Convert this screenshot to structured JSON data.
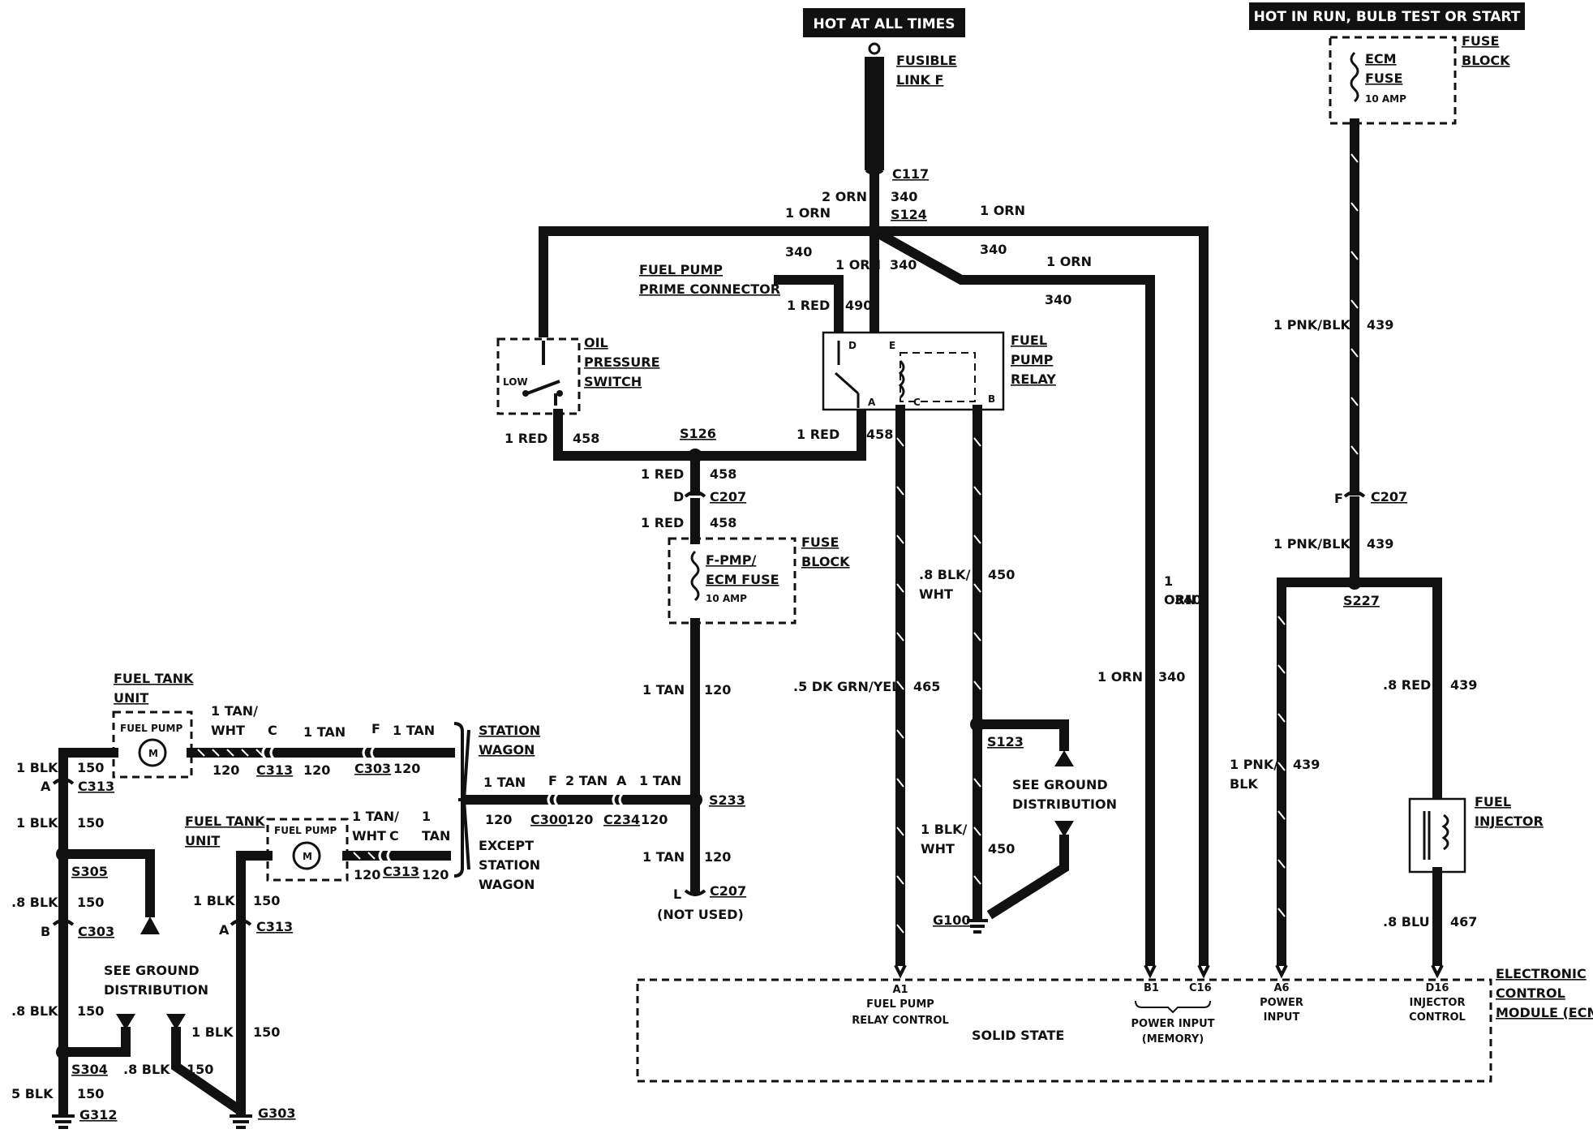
{
  "headers": {
    "hot_at_all_times": "HOT AT ALL TIMES",
    "hot_in_run": "HOT IN RUN,  BULB TEST OR START"
  },
  "components": {
    "fusible_link": [
      "FUSIBLE",
      "LINK F"
    ],
    "oil_pressure_switch": [
      "OIL",
      "PRESSURE",
      "SWITCH"
    ],
    "oil_switch_low": "LOW",
    "fuel_pump_relay": [
      "FUEL",
      "PUMP",
      "RELAY"
    ],
    "relay_terminals": [
      "D",
      "E",
      "A",
      "C",
      "B"
    ],
    "prime_connector": [
      "FUEL PUMP",
      "PRIME CONNECTOR"
    ],
    "fuse_block_left": [
      "FUSE",
      "BLOCK"
    ],
    "fpmp_fuse": [
      "F-PMP/",
      "ECM FUSE",
      "10 AMP"
    ],
    "fuse_block_right": [
      "FUSE",
      "BLOCK"
    ],
    "ecm_fuse": [
      "ECM",
      "FUSE",
      "10 AMP"
    ],
    "fuel_tank_unit_1": [
      "FUEL TANK",
      "UNIT"
    ],
    "fuel_tank_unit_2": [
      "FUEL TANK",
      "UNIT"
    ],
    "fuel_pump_motor_1": "FUEL PUMP",
    "fuel_pump_motor_2": "FUEL PUMP",
    "motor_symbol": "M",
    "station_wagon": [
      "STATION",
      "WAGON"
    ],
    "except_station_wagon": [
      "EXCEPT",
      "STATION",
      "WAGON"
    ],
    "fuel_injector": [
      "FUEL",
      "INJECTOR"
    ],
    "see_ground_1": [
      "SEE GROUND",
      "DISTRIBUTION"
    ],
    "see_ground_2": [
      "SEE GROUND",
      "DISTRIBUTION"
    ],
    "not_used": "(NOT USED)",
    "ecm": [
      "ELECTRONIC",
      "CONTROL",
      "MODULE (ECM)"
    ],
    "solid_state": "SOLID STATE",
    "ecm_a1": [
      "A1",
      "FUEL PUMP",
      "RELAY CONTROL"
    ],
    "ecm_b1": "B1",
    "ecm_c16": "C16",
    "ecm_power_memory": [
      "POWER INPUT",
      "(MEMORY)"
    ],
    "ecm_a6": [
      "A6",
      "POWER",
      "INPUT"
    ],
    "ecm_d16": [
      "D16",
      "INJECTOR",
      "CONTROL"
    ]
  },
  "splices": {
    "s124": "S124",
    "s126": "S126",
    "s233": "S233",
    "s227": "S227",
    "s123": "S123",
    "s305": "S305",
    "s304": "S304"
  },
  "connectors": {
    "c117": "C117",
    "c207_top": "C207",
    "c207_d": "D",
    "c207_right": "C207",
    "c207_right_f": "F",
    "c207_bottom": "C207",
    "c207_bottom_l": "L",
    "c313_a": "C313",
    "c313_a_pin": "A",
    "c313_c": "C313",
    "c313_c_pin": "C",
    "c303_f": "C303",
    "c303_f_pin": "F",
    "c300": "C300",
    "c300_pin": "F",
    "c234": "C234",
    "c234_pin": "A",
    "c313_lower": "C313",
    "c313_lower_pin": "C",
    "c313_lower_a": "C313",
    "c313_lower_a_pin": "A",
    "c303_b": "C303",
    "c303_b_pin": "B"
  },
  "grounds": {
    "g312": "G312",
    "g303": "G303",
    "g100": "G100"
  },
  "wires": {
    "w_2orn": "2 ORN",
    "w_340_a": "340",
    "w_1orn_left": "1 ORN",
    "w_1orn_right": "1 ORN",
    "w_340_b": "340",
    "w_1orn_c": "1 ORN",
    "w_340_c": "340",
    "w_340_d": "340",
    "w_1orn_d": "1 ORN",
    "w_340_e": "340",
    "w_1red_prime": "1 RED",
    "w_490": "490",
    "w_1red_oil": "1 RED",
    "w_458_oil": "458",
    "w_1red_relay": "1 RED",
    "w_458_relay": "458",
    "w_1red_s126": "1 RED",
    "w_458_s126": "458",
    "w_1red_fuse": "1 RED",
    "w_458_fuse": "458",
    "w_1tan_main": "1 TAN",
    "w_120_main": "120",
    "w_1tan_s233": "1 TAN",
    "w_120_s233": "120",
    "w_5dkgrn": ".5 DK GRN/YEL",
    "w_465": "465",
    "w_8blkwht": [
      ".8 BLK/",
      "WHT"
    ],
    "w_450_a": "450",
    "w_1blkwht": [
      "1 BLK/",
      "WHT"
    ],
    "w_450_b": "450",
    "w_1_orn": [
      "1",
      "ORN"
    ],
    "w_340_f": "340",
    "w_1orn_g": "1 ORN",
    "w_340_g": "340",
    "w_1pnkblk_a": "1 PNK/BLK",
    "w_439_a": "439",
    "w_1pnkblk_b": "1 PNK/BLK",
    "w_439_b": "439",
    "w_1pnk_blk": [
      "1 PNK/",
      "BLK"
    ],
    "w_439_c": "439",
    "w_8red": ".8 RED",
    "w_439_d": "439",
    "w_8blu": ".8 BLU",
    "w_467": "467",
    "w_1tanwht_top": [
      "1 TAN/",
      "WHT"
    ],
    "w_1tan_top": "1 TAN",
    "w_1tan_top2": "1 TAN",
    "w_120_t1": "120",
    "w_120_t2": "120",
    "w_120_t3": "120",
    "w_1tan_mid": "1 TAN",
    "w_2tan": "2 TAN",
    "w_1tan_mid2": "1 TAN",
    "w_120_m1": "120",
    "w_120_m2": "120",
    "w_120_m3": "120",
    "w_1tanwht_low": [
      "1 TAN/",
      "WHT"
    ],
    "w_1_tan": [
      "1",
      "TAN"
    ],
    "w_120_l1": "120",
    "w_120_l2": "120",
    "w_1blk_a": "1 BLK",
    "w_150_a": "150",
    "w_1blk_b": "1 BLK",
    "w_150_b": "150",
    "w_8blk_a": ".8 BLK",
    "w_150_c": "150",
    "w_8blk_b": ".8 BLK",
    "w_150_d": "150",
    "w_5blk": "5 BLK",
    "w_150_e": "150",
    "w_1blk_c": "1 BLK",
    "w_150_f": "150",
    "w_1blk_d": "1 BLK",
    "w_150_g": "150",
    "w_8blk_c": ".8 BLK",
    "w_150_h": "150"
  }
}
